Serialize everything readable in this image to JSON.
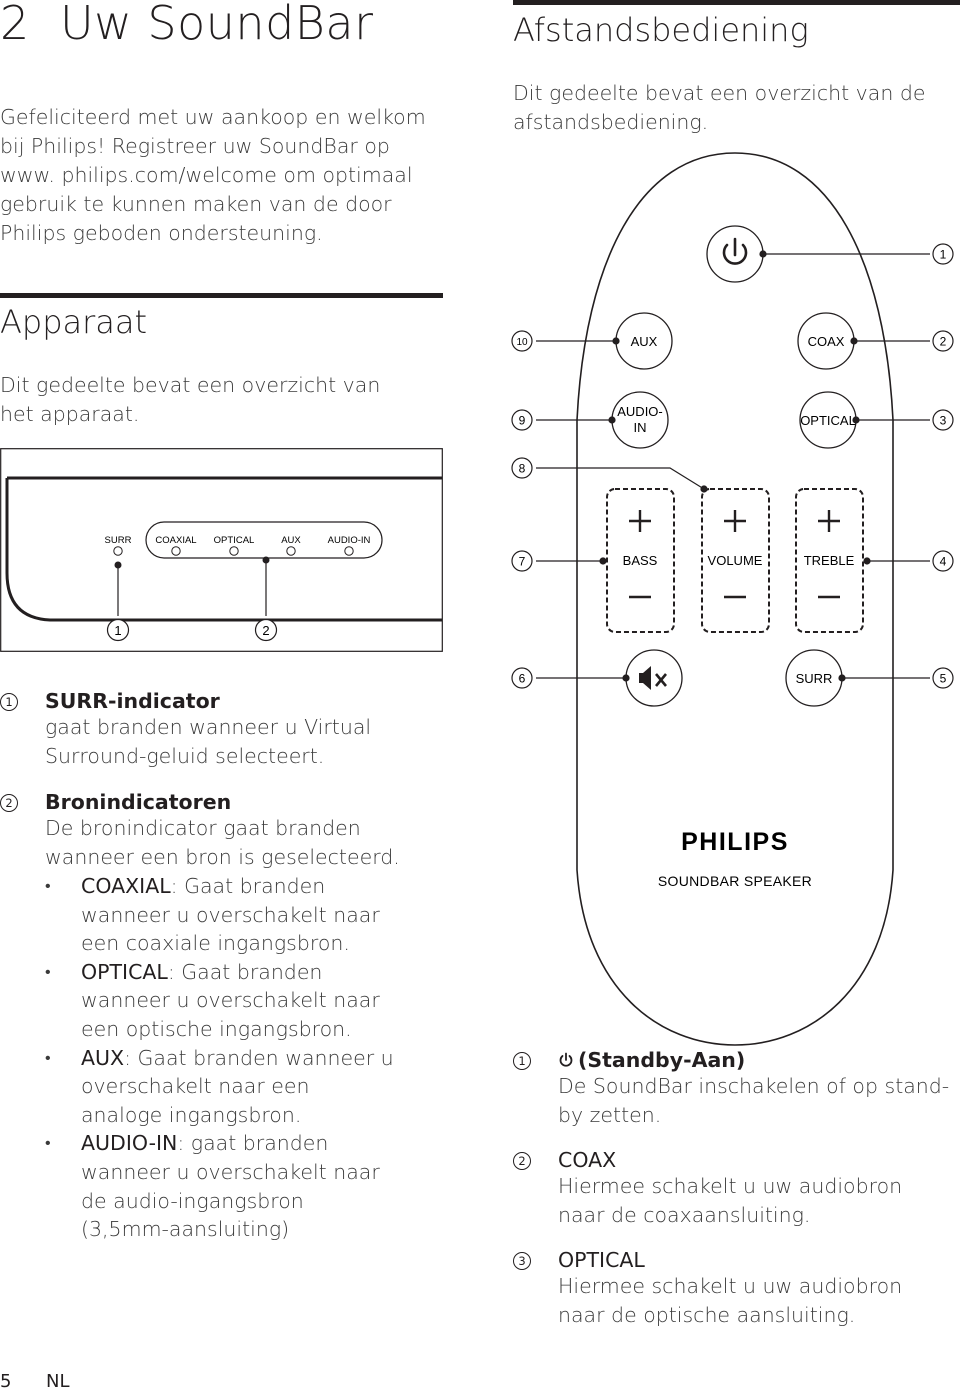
{
  "chapter": {
    "number": "2",
    "title": "Uw SoundBar"
  },
  "intro": "Gefeliciteerd met uw aankoop en welkom bij Philips! Registreer uw SoundBar op www. philips.com/welcome om optimaal gebruik te kunnen maken van de door Philips geboden ondersteuning.",
  "apparaat": {
    "title": "Apparaat",
    "desc": "Dit gedeelte bevat een overzicht van het apparaat.",
    "panel_labels": [
      "SURR",
      "COAXIAL",
      "OPTICAL",
      "AUX",
      "AUDIO-IN"
    ],
    "callouts": [
      "1",
      "2"
    ],
    "items": [
      {
        "num": "1",
        "head": "SURR-indicator",
        "body": "gaat branden wanneer u Virtual Surround-geluid selecteert."
      },
      {
        "num": "2",
        "head": "Bronindicatoren",
        "body": "De bronindicator gaat branden wanneer een bron is geselecteerd."
      }
    ],
    "bullets": [
      {
        "kw": "COAXIAL",
        "text": ": Gaat branden wanneer u overschakelt naar een coaxiale ingangsbron."
      },
      {
        "kw": "OPTICAL",
        "text": ": Gaat branden wanneer u overschakelt naar een optische ingangsbron."
      },
      {
        "kw": "AUX",
        "text": ": Gaat branden wanneer u overschakelt naar een analoge ingangsbron."
      },
      {
        "kw": "AUDIO-IN",
        "text": ": gaat branden wanneer u overschakelt naar de audio-ingangsbron (3,5mm-aansluiting)"
      }
    ]
  },
  "remote_section": {
    "title": "Afstandsbediening",
    "desc": "Dit gedeelte bevat een overzicht van de afstandsbediening.",
    "remote": {
      "buttons": {
        "aux": "AUX",
        "coax": "COAX",
        "audio_in_1": "AUDIO-",
        "audio_in_2": "IN",
        "optical": "OPTICAL",
        "surr": "SURR"
      },
      "rockers": [
        "BASS",
        "VOLUME",
        "TREBLE"
      ],
      "callouts": [
        "1",
        "2",
        "3",
        "4",
        "5",
        "6",
        "7",
        "8",
        "9",
        "10"
      ],
      "brand": "PHILIPS",
      "model": "SOUNDBAR SPEAKER",
      "icons": {
        "power": "power-icon",
        "mute": "mute-icon",
        "plus": "plus-icon",
        "minus": "minus-icon"
      }
    },
    "items": [
      {
        "num": "1",
        "head": "(Standby-Aan)",
        "body": "De SoundBar inschakelen of op stand-by zetten.",
        "icon": "power-icon"
      },
      {
        "num": "2",
        "head": "COAX",
        "body": "Hiermee schakelt u uw audiobron naar de coaxaansluiting."
      },
      {
        "num": "3",
        "head": "OPTICAL",
        "body": "Hiermee schakelt u uw audiobron naar de optische aansluiting."
      }
    ]
  },
  "footer": {
    "page": "5",
    "lang": "NL"
  }
}
